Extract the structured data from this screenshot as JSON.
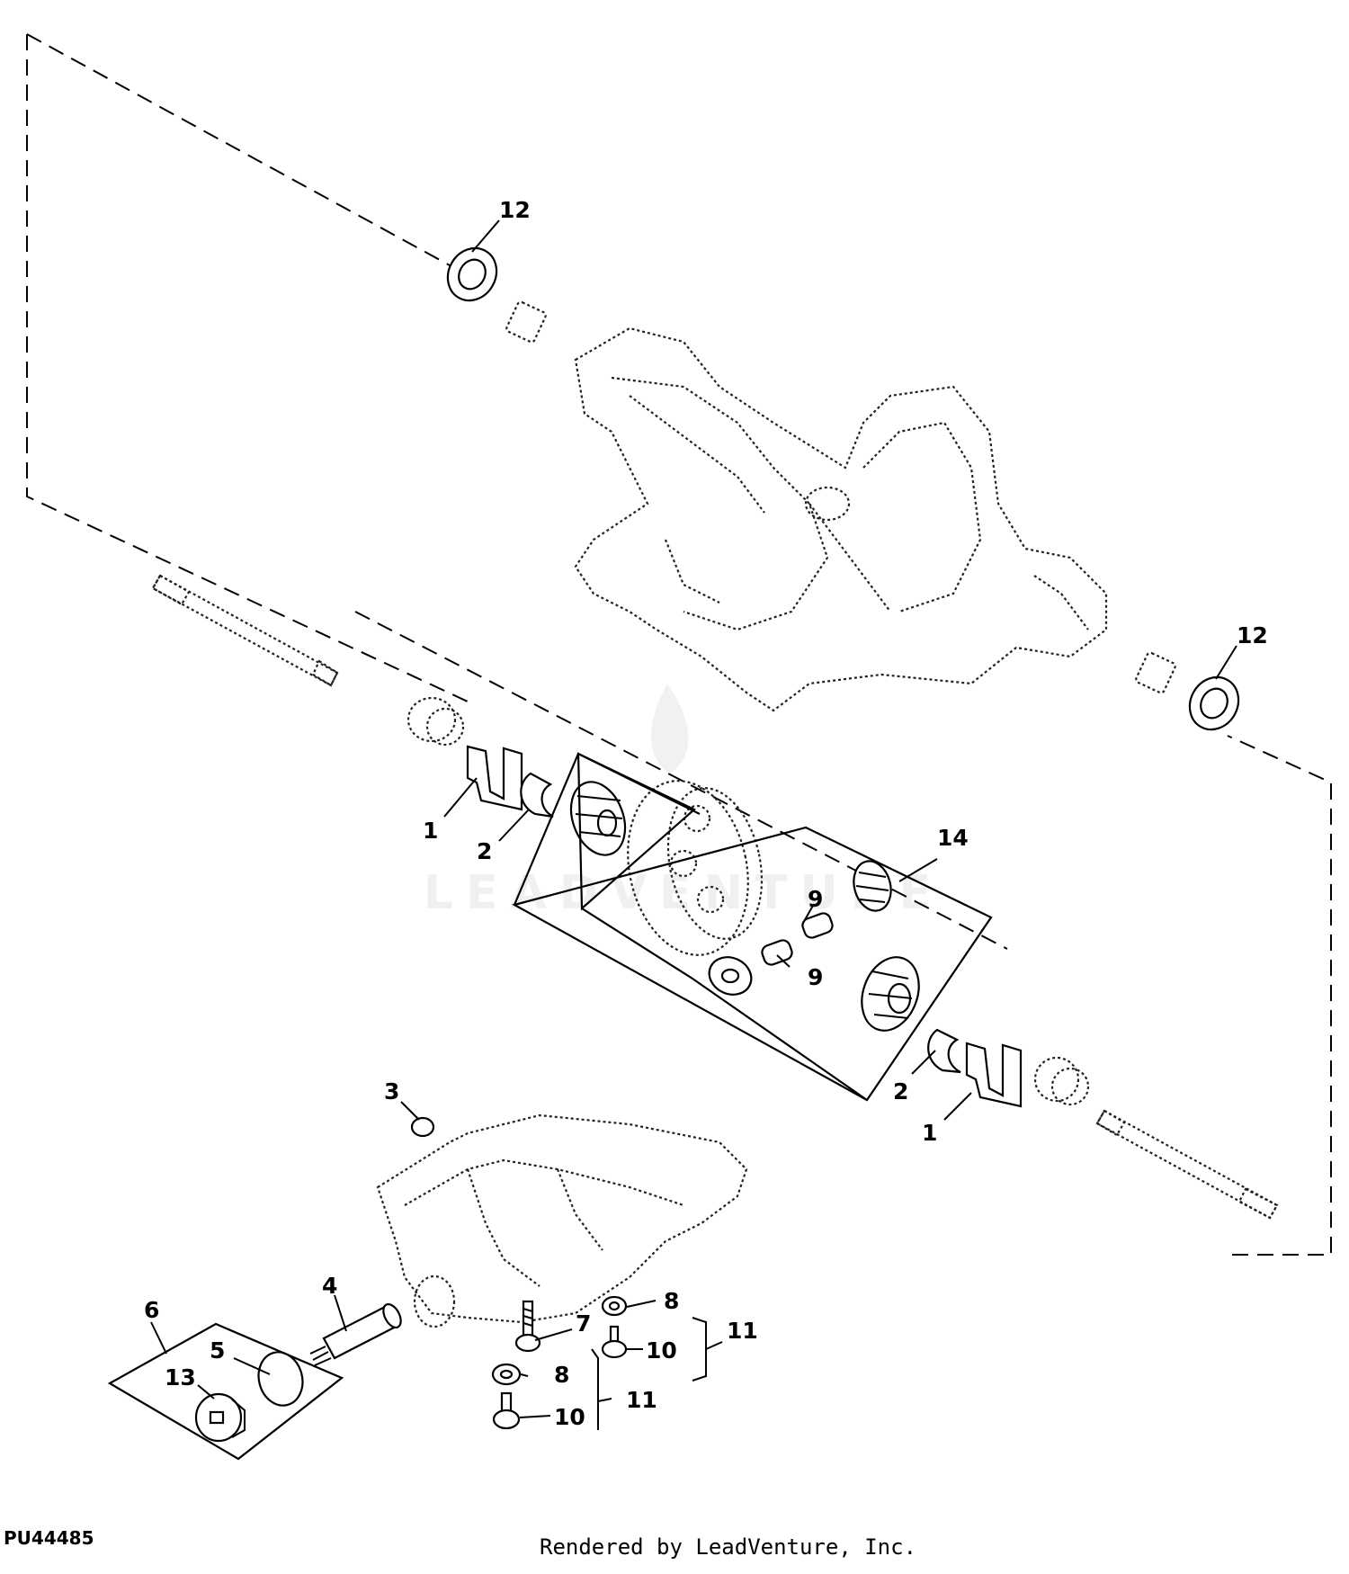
{
  "callouts": {
    "c1a": "1",
    "c1b": "1",
    "c2a": "2",
    "c2b": "2",
    "c3": "3",
    "c4": "4",
    "c5": "5",
    "c6": "6",
    "c7": "7",
    "c8a": "8",
    "c8b": "8",
    "c9a": "9",
    "c9b": "9",
    "c10a": "10",
    "c10b": "10",
    "c11a": "11",
    "c11b": "11",
    "c12a": "12",
    "c12b": "12",
    "c13": "13",
    "c14": "14"
  },
  "watermark": "LEADVENTURE",
  "drawing_id": "PU44485",
  "credit": "Rendered by LeadVenture, Inc."
}
